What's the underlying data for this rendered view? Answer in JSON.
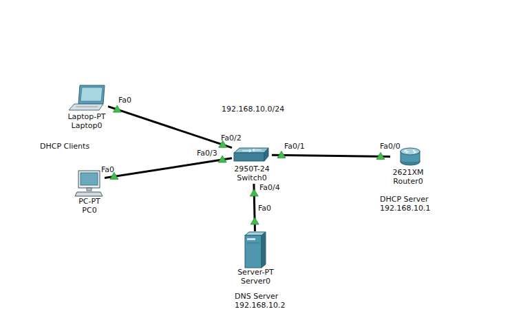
{
  "diagram": {
    "nodes": [
      {
        "text": [
          "Laptop-PT",
          "Laptop0"
        ]
      },
      {
        "text": [
          "PC-PT",
          "PC0"
        ]
      },
      {
        "text": [
          "2950T-24",
          "Switch0"
        ]
      },
      {
        "text": [
          "2621XM",
          "Router0"
        ]
      },
      {
        "text": [
          "Server-PT",
          "Server0"
        ]
      }
    ],
    "edges": [
      {
        "from": 0,
        "to": 2,
        "arrow": "none"
      },
      {
        "from": 1,
        "to": 2,
        "arrow": "none"
      },
      {
        "from": 2,
        "to": 3,
        "arrow": "none"
      },
      {
        "from": 2,
        "to": 4,
        "arrow": "none"
      }
    ],
    "labels": [
      "192.168.10.0/24",
      "DHCP Clients",
      "Fa0",
      "Fa0/2",
      "Fa0/3",
      "Fa0",
      "Fa0/1",
      "Fa0/0",
      "Fa0/4",
      "Fa0",
      "DHCP Server",
      "192.168.10.1",
      "DNS Server",
      "192.168.10.2"
    ]
  }
}
